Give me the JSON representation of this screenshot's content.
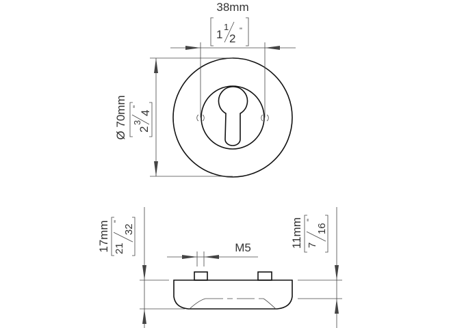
{
  "top_view": {
    "hole_spacing": {
      "metric": "38mm",
      "imperial_whole": "1",
      "imperial_num": "1",
      "imperial_den": "2",
      "inch_mark": "\""
    },
    "diameter": {
      "symbol": "Ø",
      "metric": "70mm",
      "imperial_whole": "2",
      "imperial_num": "3",
      "imperial_den": "4",
      "inch_mark": "\""
    }
  },
  "side_view": {
    "total_height": {
      "metric": "17mm",
      "imperial_num": "21",
      "imperial_den": "32",
      "inch_mark": "\""
    },
    "body_height": {
      "metric": "11mm",
      "imperial_num": "7",
      "imperial_den": "16",
      "inch_mark": "\""
    },
    "thread": {
      "label": "M5"
    }
  }
}
